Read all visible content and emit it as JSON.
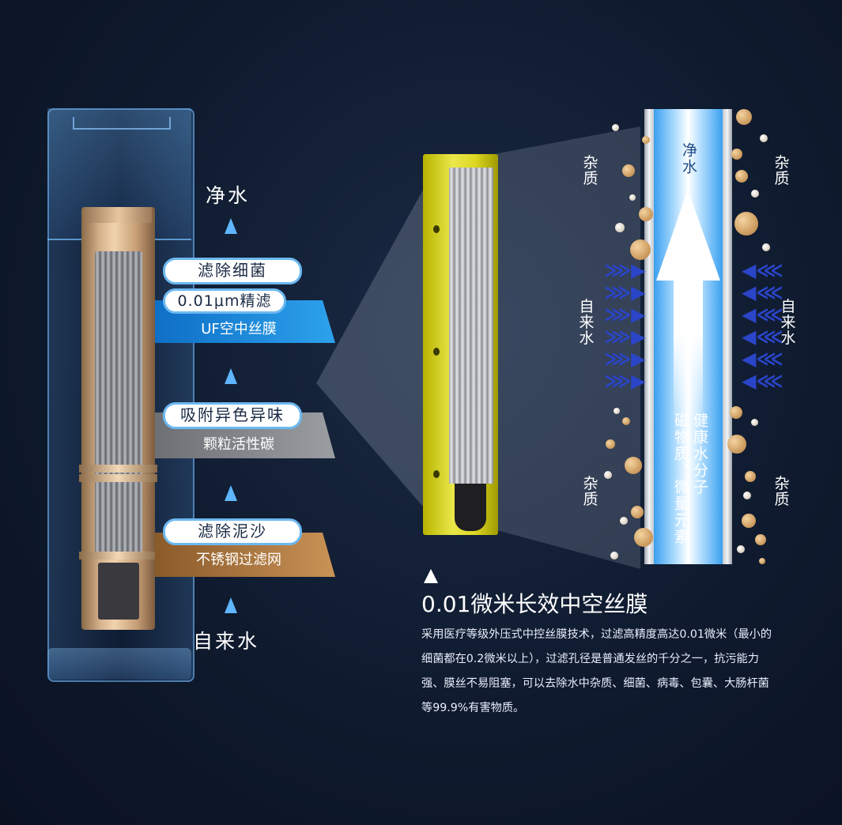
{
  "left_labels": {
    "pure_water": "净水",
    "tap_water": "自来水"
  },
  "stages": [
    {
      "pill": "滤除细菌",
      "pill2": "0.01μm精滤",
      "band": "UF空中丝膜",
      "band_color": "#1a87d8"
    },
    {
      "pill": "吸附异色异味",
      "band": "颗粒活性碳",
      "band_color": "#85888d"
    },
    {
      "pill": "滤除泥沙",
      "band": "不锈钢过滤网",
      "band_color": "#ad763e"
    }
  ],
  "diagram": {
    "impurities_label": "杂质",
    "tap_water_label": "自来水",
    "pure_water_label": "净水",
    "minerals_line1": "健康水分子",
    "minerals_line2": "磁物质、微量元素"
  },
  "description": {
    "title": "0.01微米长效中空丝膜",
    "body": "采用医疗等级外压式中控丝膜技术，过滤高精度高达0.01微米（最小的细菌都在0.2微米以上），过滤孔径是普通发丝的千分之一，抗污能力强、膜丝不易阻塞，可以去除水中杂质、细菌、病毒、包囊、大肠杆菌等99.9%有害物质。"
  },
  "colors": {
    "accent_blue": "#2da2ec",
    "arrow_blue": "#2a45c8",
    "yellow": "#eae84a",
    "bronze": "#d6b28c"
  }
}
